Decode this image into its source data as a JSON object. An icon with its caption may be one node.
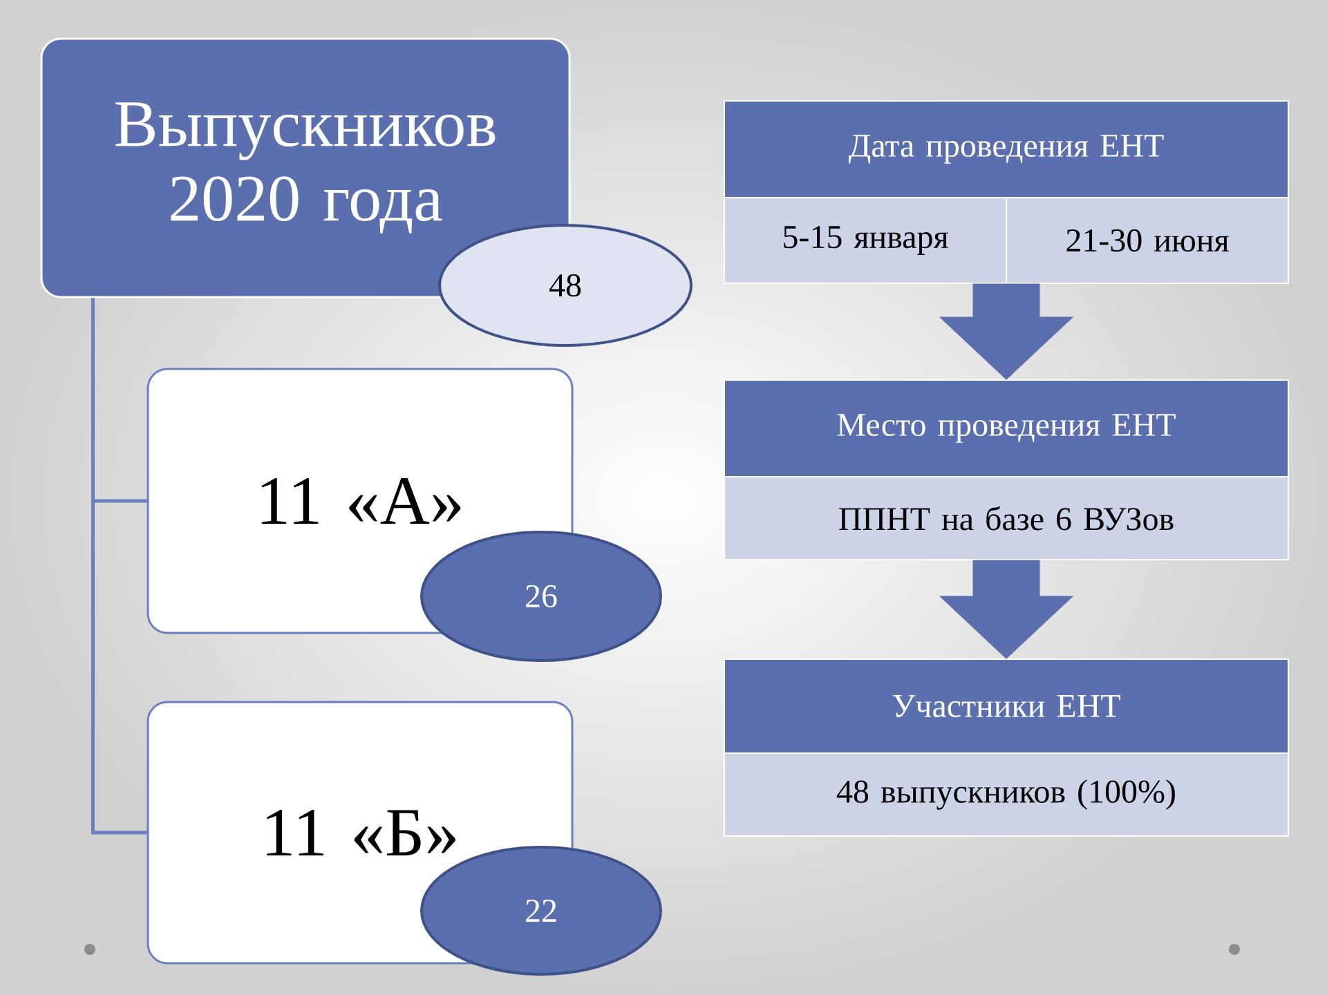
{
  "diagram": {
    "nodes": [
      {
        "text": [
          "Выпускников 2020 года"
        ]
      },
      {
        "text": [
          "48"
        ]
      },
      {
        "text": [
          "11 «А»"
        ]
      },
      {
        "text": [
          "26"
        ]
      },
      {
        "text": [
          "11 «Б»"
        ]
      },
      {
        "text": [
          "22"
        ]
      },
      {
        "text": [
          "Дата проведения ЕНТ"
        ]
      },
      {
        "text": [
          "5-15 января"
        ]
      },
      {
        "text": [
          "21-30 июня"
        ]
      },
      {
        "text": [
          "Место проведения ЕНТ"
        ]
      },
      {
        "text": [
          "ППНТ на базе 6 ВУЗов"
        ]
      },
      {
        "text": [
          "Участники ЕНТ"
        ]
      },
      {
        "text": [
          "48 выпускников (100%)"
        ]
      }
    ],
    "edges": [
      {
        "from": 0,
        "to": 2,
        "arrow": "none"
      },
      {
        "from": 0,
        "to": 4,
        "arrow": "none"
      },
      {
        "from": 7,
        "to": 9,
        "arrow": "to",
        "style": "thick"
      },
      {
        "from": 10,
        "to": 11,
        "arrow": "to",
        "style": "thick"
      }
    ]
  }
}
